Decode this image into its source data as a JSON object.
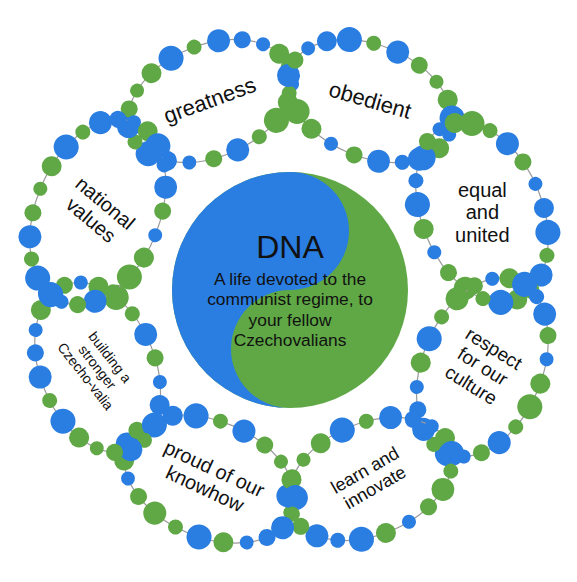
{
  "diagram": {
    "nodes": [
      {
        "text": [
          "DNA",
          "A life devoted to the communist regime, to your fellow Czechovalians"
        ]
      },
      {
        "text": [
          "greatness"
        ]
      },
      {
        "text": [
          "obedient"
        ]
      },
      {
        "text": [
          "equal and united"
        ]
      },
      {
        "text": [
          "respect for our culture"
        ]
      },
      {
        "text": [
          "learn and innovate"
        ]
      },
      {
        "text": [
          "proud of our knowhow"
        ]
      },
      {
        "text": [
          "building a stronger Czecho-valia"
        ]
      },
      {
        "text": [
          "national values"
        ]
      }
    ]
  }
}
